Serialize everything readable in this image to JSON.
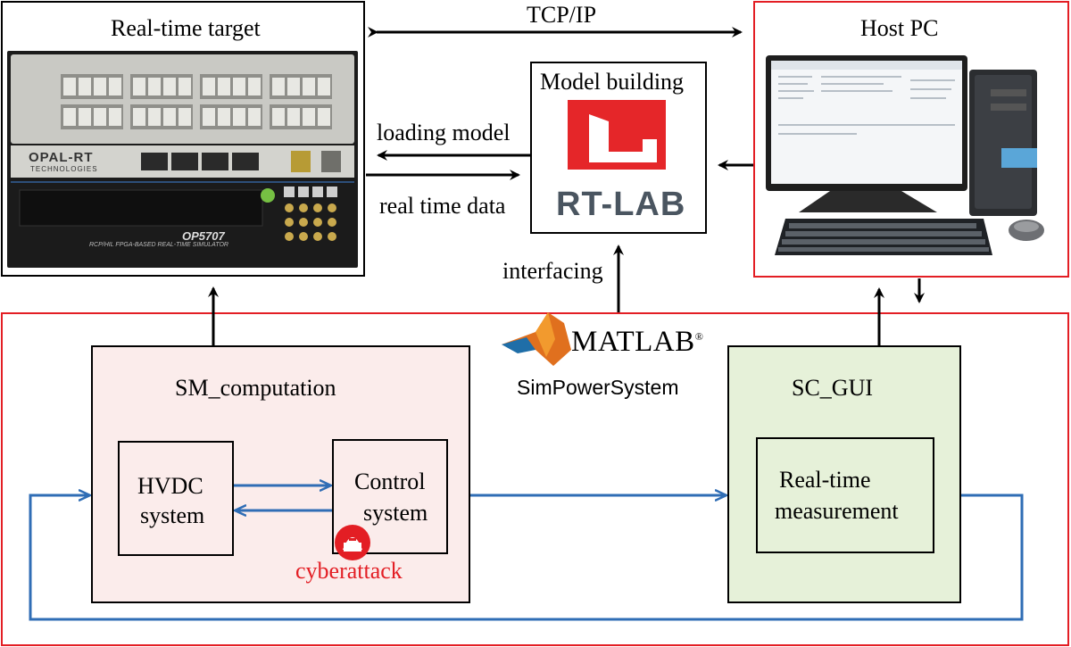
{
  "realtime_target": {
    "title": "Real-time target",
    "brand": "OPAL-RT",
    "brand_sub": "TECHNOLOGIES",
    "model": "OP5707",
    "model_sub": "RCP/HIL FPGA-BASED REAL-TIME SIMULATOR"
  },
  "host_pc": {
    "title": "Host PC"
  },
  "links": {
    "tcp": "TCP/IP",
    "loading": "loading model",
    "realtime": "real time data",
    "interfacing": "interfacing"
  },
  "model_building": {
    "title": "Model building",
    "logo_text": "RT-LAB"
  },
  "matlab": {
    "logo_text": "MATLAB",
    "reg": "®",
    "toolbox": "SimPowerSystem"
  },
  "sm": {
    "title": "SM_computation",
    "hvdc_line1": "HVDC",
    "hvdc_line2": "system",
    "control_line1": "Control",
    "control_line2": "system",
    "attack": "cyberattack"
  },
  "sc": {
    "title": "SC_GUI",
    "meas_line1": "Real-time",
    "meas_line2": "measurement"
  },
  "colors": {
    "red_border": "#e31e24",
    "sm_fill": "#fbeceb",
    "sc_fill": "#e6f1d9",
    "blue": "#2f6db5",
    "attack_red": "#e31e24",
    "rtlab_red": "#e52629",
    "rtlab_grey": "#4a5560"
  }
}
